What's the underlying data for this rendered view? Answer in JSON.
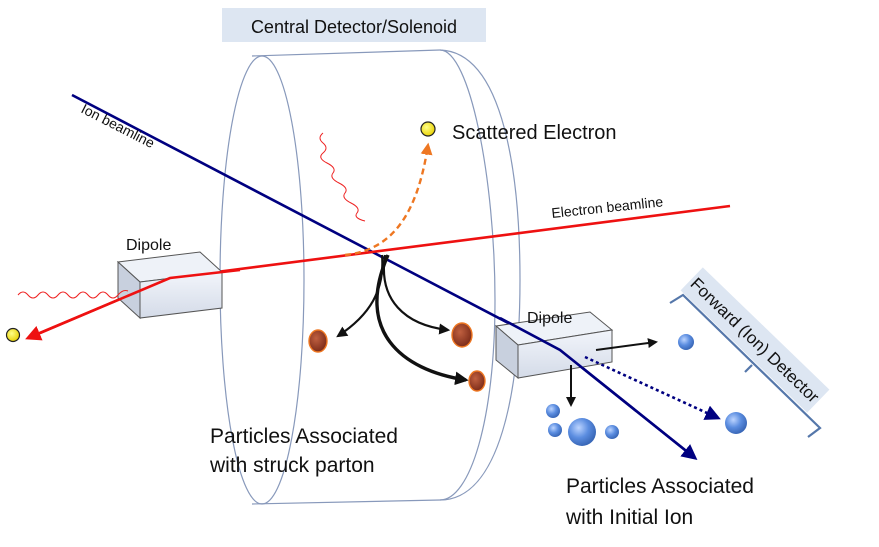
{
  "labels": {
    "central_detector": "Central Detector/Solenoid",
    "ion_beamline": "Ion beamline",
    "scattered_electron": "Scattered Electron",
    "electron_beamline": "Electron beamline",
    "dipole_left": "Dipole",
    "dipole_right": "Dipole",
    "forward_detector": "Forward (Ion) Detector",
    "struck_parton_line1": "Particles Associated",
    "struck_parton_line2": "with struck parton",
    "initial_ion_line1": "Particles Associated",
    "initial_ion_line2": "with Initial Ion"
  },
  "colors": {
    "ion_beam": "#000080",
    "electron_beam": "#ee1111",
    "scattered_path": "#ee7722",
    "electron_dot": "#ffee00",
    "parton_particle": "#993322",
    "ion_particle": "#5588dd",
    "detector_outline": "#8899bb",
    "label_box": "#dde6f2",
    "forward_bracket": "#5577aa"
  },
  "icons": {
    "photon_left": "wavy-photon-icon",
    "photon_center": "wavy-photon-icon"
  }
}
